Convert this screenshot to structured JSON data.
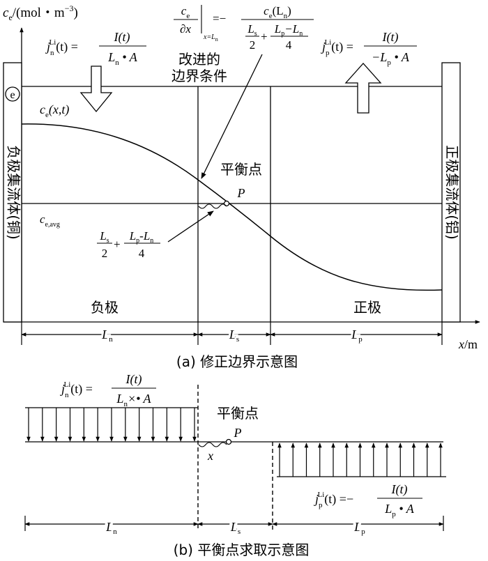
{
  "panel_a": {
    "y_axis_label": "c",
    "y_axis_label_sub": "e",
    "y_axis_unit": "/(mol・m",
    "y_axis_unit_exp": "−3",
    "y_axis_unit_close": ")",
    "x_axis_label": "x",
    "x_axis_unit": "/m",
    "left_flux": {
      "j": "j",
      "sub": "n",
      "sup": "Li",
      "arg": "(t) =",
      "num": "I(t)",
      "den": "L",
      "den_sub": "n",
      "den_rest": " • A"
    },
    "right_flux": {
      "j": "j",
      "sub": "p",
      "sup": "Li",
      "arg": "(t) =",
      "num": "I(t)",
      "den": "−L",
      "den_sub": "p",
      "den_rest": " • A"
    },
    "boundary_formula": {
      "lhs_num": "c",
      "lhs_num_sub": "e",
      "lhs_den": "∂x",
      "eval_at": "x=L",
      "eval_at_sub": "n",
      "equals": "=−",
      "rhs_num": "c",
      "rhs_num_sub": "e",
      "rhs_num_arg": "(L",
      "rhs_num_arg_sub": "n",
      "rhs_num_close": ")",
      "rhs_den_a": "L",
      "rhs_den_a_sub": "s",
      "rhs_den_a_den": "2",
      "rhs_den_plus": "+",
      "rhs_den_b": "L",
      "rhs_den_b_sub": "p",
      "rhs_den_b_mid": "−L",
      "rhs_den_b_sub2": "n",
      "rhs_den_b_den": "4"
    },
    "improved_bc_line1": "改进的",
    "improved_bc_line2": "边界条件",
    "electron_symbol": "e",
    "conc_curve_label": "c",
    "conc_curve_label_sub": "e",
    "conc_curve_label_arg": "(x,t)",
    "avg_label": "c",
    "avg_label_sub": "e,avg",
    "balance_point": "平衡点",
    "point_label": "P",
    "offset_formula": {
      "a": "L",
      "a_sub": "s",
      "a_den": "2",
      "plus": "+",
      "b": "L",
      "b_sub": "p",
      "b_mid": "-L",
      "b_sub2": "n",
      "b_den": "4"
    },
    "left_collector": "负极集流体(铜)",
    "right_collector": "正极集流体(铝)",
    "negative": "负极",
    "positive": "正极",
    "dim_ln": "L",
    "dim_ln_sub": "n",
    "dim_ls": "L",
    "dim_ls_sub": "s",
    "dim_lp": "L",
    "dim_lp_sub": "p",
    "caption": "(a) 修正边界示意图"
  },
  "panel_b": {
    "left_flux": {
      "j": "j",
      "sub": "n",
      "sup": "Li",
      "arg": "(t) =",
      "num": "I(t)",
      "den": "L",
      "den_sub": "n",
      "den_rest": "×• A"
    },
    "right_flux": {
      "j": "j",
      "sub": "p",
      "sup": "Li",
      "arg": "(t) =−",
      "num": "I(t)",
      "den": "L",
      "den_sub": "p",
      "den_rest": " • A"
    },
    "balance_point": "平衡点",
    "point_label": "P",
    "x_label": "x",
    "dim_ln": "L",
    "dim_ln_sub": "n",
    "dim_ls": "L",
    "dim_ls_sub": "s",
    "dim_lp": "L",
    "dim_lp_sub": "p",
    "caption": "(b) 平衡点求取示意图"
  },
  "diagram_data": {
    "regions_ratio": {
      "Ln": 253,
      "Ls": 104,
      "Lp": 251
    },
    "panel_b_arrow_count_left": 13,
    "panel_b_arrow_count_right": 13
  }
}
